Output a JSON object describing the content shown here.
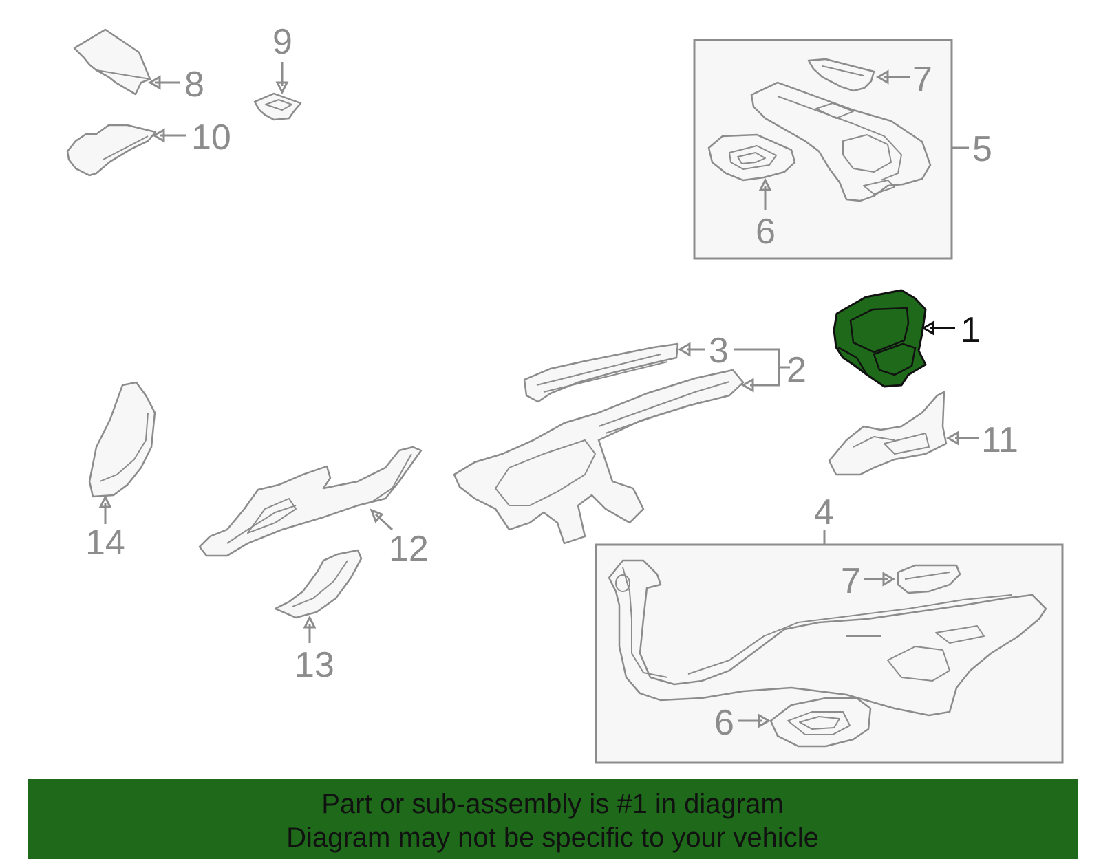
{
  "diagram": {
    "callouts": {
      "c1": "1",
      "c2": "2",
      "c3": "3",
      "c4": "4",
      "c5": "5",
      "c6a": "6",
      "c6b": "6",
      "c7a": "7",
      "c7b": "7",
      "c8": "8",
      "c9": "9",
      "c10": "10",
      "c11": "11",
      "c12": "12",
      "c13": "13",
      "c14": "14"
    },
    "highlighted_part": "1",
    "colors": {
      "highlight": "#1e6a1a",
      "line": "#8c8c8c",
      "part_fill": "#f7f7f7"
    }
  },
  "banner": {
    "line1": "Part or sub-assembly is #1 in diagram",
    "line2": "Diagram may not be specific to your vehicle"
  }
}
